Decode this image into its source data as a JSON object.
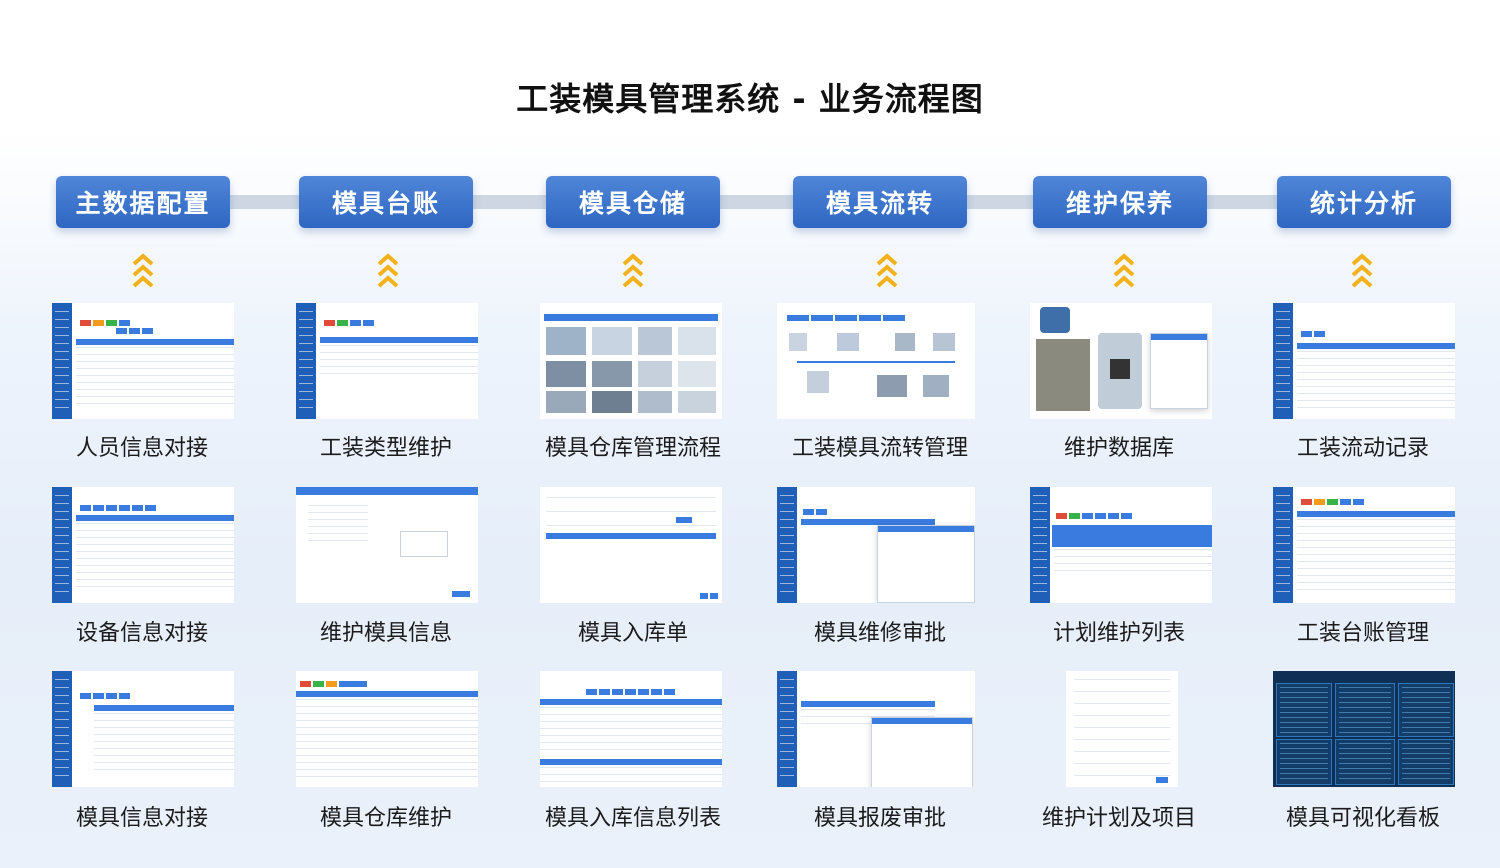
{
  "title": "工装模具管理系统 - 业务流程图",
  "colors": {
    "stage_bg": "#3a72cc",
    "arrow": "#f3b21c",
    "connector": "#cdd6e2",
    "thumb_accent": "#3a7be0"
  },
  "stages": [
    {
      "label": "主数据配置",
      "items": [
        "人员信息对接",
        "设备信息对接",
        "模具信息对接"
      ]
    },
    {
      "label": "模具台账",
      "items": [
        "工装类型维护",
        "维护模具信息",
        "模具仓库维护"
      ]
    },
    {
      "label": "模具仓储",
      "items": [
        "模具仓库管理流程",
        "模具入库单",
        "模具入库信息列表"
      ]
    },
    {
      "label": "模具流转",
      "items": [
        "工装模具流转管理",
        "模具维修审批",
        "模具报废审批"
      ]
    },
    {
      "label": "维护保养",
      "items": [
        "维护数据库",
        "计划维护列表",
        "维护计划及项目"
      ]
    },
    {
      "label": "统计分析",
      "items": [
        "工装流动记录",
        "工装台账管理",
        "模具可视化看板"
      ]
    }
  ]
}
